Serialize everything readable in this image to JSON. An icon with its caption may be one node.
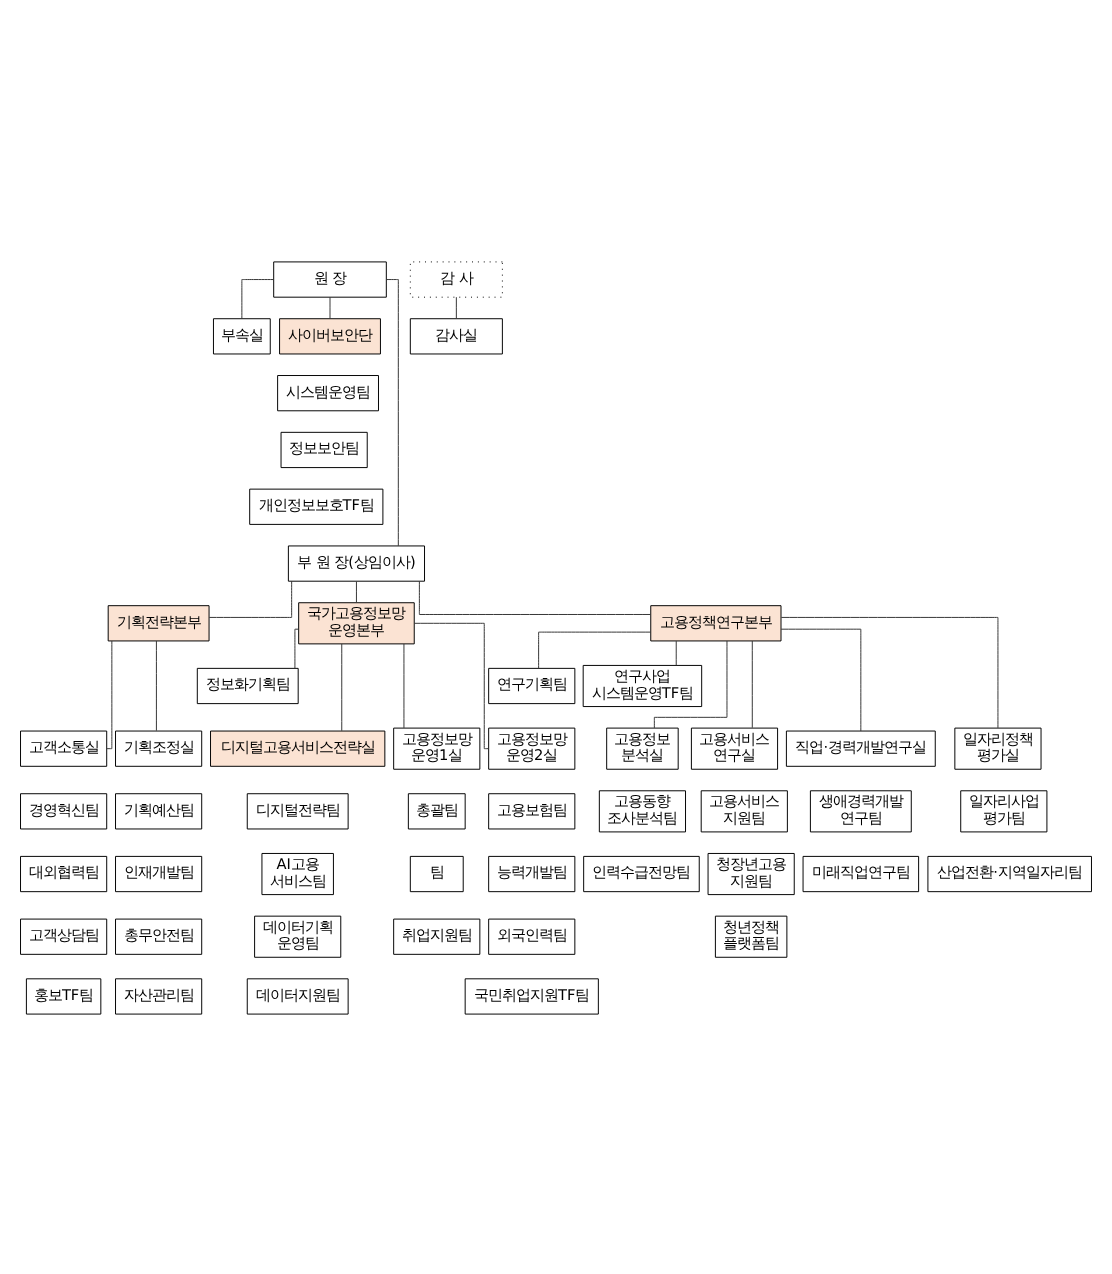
{
  "diagram": {
    "nodes": [
      {
        "text": [
          "원 장"
        ]
      },
      {
        "text": [
          "감 사"
        ]
      },
      {
        "text": [
          "감사실"
        ]
      },
      {
        "text": [
          "부속실"
        ]
      },
      {
        "text": [
          "사이버보안단"
        ]
      },
      {
        "text": [
          "시스템운영팀"
        ]
      },
      {
        "text": [
          "정보보안팀"
        ]
      },
      {
        "text": [
          "개인정보보호TF팀"
        ]
      },
      {
        "text": [
          "부 원 장(상임이사)"
        ]
      },
      {
        "text": [
          "기획전략본부"
        ]
      },
      {
        "text": [
          "국가고용정보망 운영본부"
        ]
      },
      {
        "text": [
          "고용정책연구본부"
        ]
      },
      {
        "text": [
          "정보화기획팀"
        ]
      },
      {
        "text": [
          "연구기획팀"
        ]
      },
      {
        "text": [
          "연구사업 시스템운영TF팀"
        ]
      },
      {
        "text": [
          "기획조정실"
        ]
      },
      {
        "text": [
          "고객소통실"
        ]
      },
      {
        "text": [
          "디지털고용서비스전략실"
        ]
      },
      {
        "text": [
          "고용정보망 운영1실"
        ]
      },
      {
        "text": [
          "고용정보망 운영2실"
        ]
      },
      {
        "text": [
          "고용서비스 연구실"
        ]
      },
      {
        "text": [
          "직업·경력개발연구실"
        ]
      },
      {
        "text": [
          "고용정보 분석실"
        ]
      },
      {
        "text": [
          "일자리정책 평가실"
        ]
      },
      {
        "text": [
          "기획예산팀"
        ]
      },
      {
        "text": [
          "경영혁신팀"
        ]
      },
      {
        "text": [
          "디지털전략팀"
        ]
      },
      {
        "text": [
          "총괄팀"
        ]
      },
      {
        "text": [
          "고용보험팀"
        ]
      },
      {
        "text": [
          "고용서비스 지원팀"
        ]
      },
      {
        "text": [
          "생애경력개발 연구팀"
        ]
      },
      {
        "text": [
          "고용동향 조사분석팀"
        ]
      },
      {
        "text": [
          "일자리사업 평가팀"
        ]
      },
      {
        "text": [
          "인재개발팀"
        ]
      },
      {
        "text": [
          "대외협력팀"
        ]
      },
      {
        "text": [
          "AI고용 서비스팀"
        ]
      },
      {
        "text": [
          "팀"
        ]
      },
      {
        "text": [
          "능력개발팀"
        ]
      },
      {
        "text": [
          "청장년고용 지원팀"
        ]
      },
      {
        "text": [
          "미래직업연구팀"
        ]
      },
      {
        "text": [
          "인력수급전망팀"
        ]
      },
      {
        "text": [
          "산업전환·지역일자리팀"
        ]
      },
      {
        "text": [
          "총무안전팀"
        ]
      },
      {
        "text": [
          "고객상담팀"
        ]
      },
      {
        "text": [
          "데이터기획 운영팀"
        ]
      },
      {
        "text": [
          "취업지원팀"
        ]
      },
      {
        "text": [
          "외국인력팀"
        ]
      },
      {
        "text": [
          "청년정책 플랫폼팀"
        ]
      },
      {
        "text": [
          "자산관리팀"
        ]
      },
      {
        "text": [
          "홍보TF팀"
        ]
      },
      {
        "text": [
          "데이터지원팀"
        ]
      },
      {
        "text": [
          "국민취업지원TF팀"
        ]
      }
    ],
    "edges": [
      {
        "from": 1,
        "to": 2,
        "arrow": "none"
      },
      {
        "from": 0,
        "to": 3,
        "arrow": "none"
      },
      {
        "from": 0,
        "to": 4,
        "arrow": "none"
      },
      {
        "from": 0,
        "to": 8,
        "arrow": "none"
      },
      {
        "from": 8,
        "to": 9,
        "arrow": "none"
      },
      {
        "from": 8,
        "to": 10,
        "arrow": "none"
      },
      {
        "from": 8,
        "to": 11,
        "arrow": "none"
      },
      {
        "from": 10,
        "to": 12,
        "arrow": "none"
      },
      {
        "from": 11,
        "to": 13,
        "arrow": "none"
      },
      {
        "from": 11,
        "to": 14,
        "arrow": "none"
      },
      {
        "from": 9,
        "to": 15,
        "arrow": "none"
      },
      {
        "from": 9,
        "to": 16,
        "arrow": "none"
      },
      {
        "from": 10,
        "to": 17,
        "arrow": "none"
      },
      {
        "from": 10,
        "to": 18,
        "arrow": "none"
      },
      {
        "from": 10,
        "to": 19,
        "arrow": "none"
      },
      {
        "from": 11,
        "to": 20,
        "arrow": "none"
      },
      {
        "from": 11,
        "to": 21,
        "arrow": "none"
      },
      {
        "from": 11,
        "to": 22,
        "arrow": "none"
      },
      {
        "from": 11,
        "to": 23,
        "arrow": "none"
      }
    ]
  }
}
